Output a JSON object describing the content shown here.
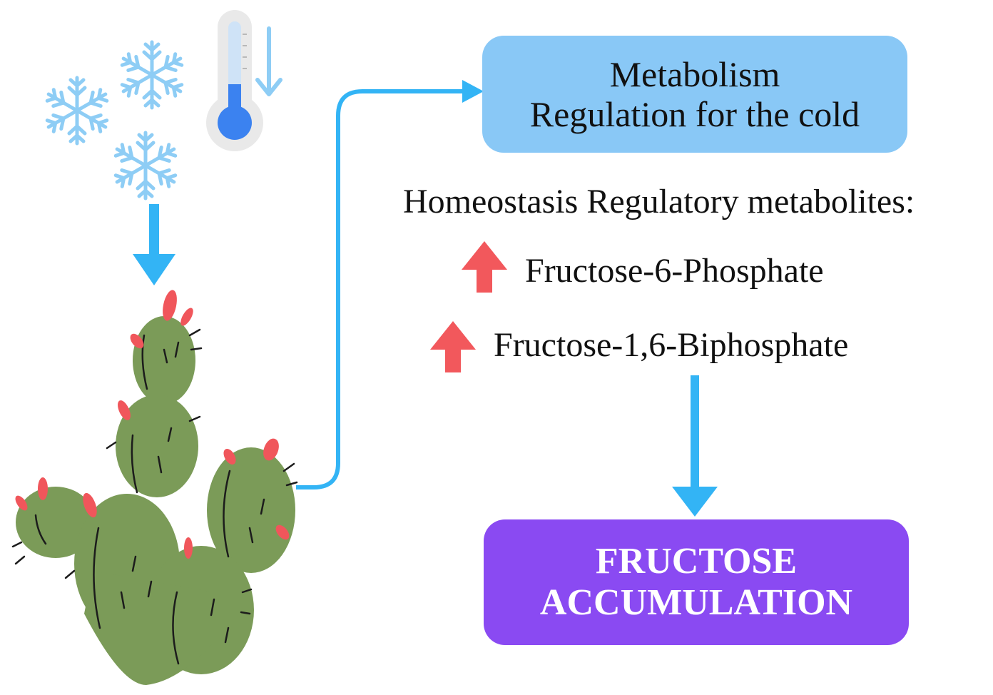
{
  "diagram": {
    "top_box": {
      "line1": "Metabolism",
      "line2": "Regulation for the cold"
    },
    "heading": "Homeostasis Regulatory metabolites:",
    "metabolites": [
      {
        "label": "Fructose-6-Phosphate",
        "trend": "up"
      },
      {
        "label": "Fructose-1,6-Biphosphate",
        "trend": "up"
      }
    ],
    "bottom_box": {
      "line1": "FRUCTOSE",
      "line2": "ACCUMULATION"
    }
  },
  "icons": {
    "cold": [
      "snowflake-icon",
      "thermometer-icon",
      "temperature-down-arrow-icon"
    ],
    "plant": "cactus-icon",
    "increase": "up-arrow-icon"
  },
  "colors": {
    "flow_arrow": "#33b4f5",
    "top_box": "#89c8f6",
    "bottom_box": "#8a4af2",
    "increase_arrow": "#f2585c",
    "cactus": "#7b9b58",
    "cactus_fruit": "#f0565b",
    "snowflake": "#8ecdf5"
  }
}
